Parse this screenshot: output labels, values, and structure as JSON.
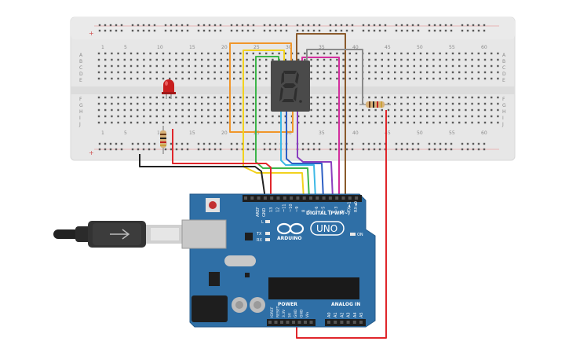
{
  "breadboard": {
    "col_numbers": [
      "1",
      "5",
      "10",
      "15",
      "20",
      "25",
      "30",
      "35",
      "40",
      "45",
      "50",
      "55",
      "60"
    ],
    "row_letters_top": [
      "A",
      "B",
      "C",
      "D",
      "E"
    ],
    "row_letters_bottom": [
      "F",
      "G",
      "H",
      "I",
      "J"
    ],
    "rail_plus": "+",
    "rail_minus": "-"
  },
  "display": {
    "digit": "8"
  },
  "arduino": {
    "brand": "ARDUINO",
    "model": "UNO",
    "digital_label": "DIGITAL (PWM~)",
    "power_label": "POWER",
    "analog_label": "ANALOG IN",
    "on_label": "ON",
    "tx_label": "TX",
    "rx_label": "RX",
    "l_label": "L",
    "aref_label": "AREF",
    "gnd_label": "GND",
    "digital_pins": [
      "13",
      "12",
      "~11",
      "~10",
      "~9",
      "8",
      "7",
      "~6",
      "~5",
      "4",
      "~3",
      "2",
      "TX►1",
      "RX◄0"
    ],
    "power_pins": [
      "IOREF",
      "RESET",
      "3.3V",
      "5V",
      "GND",
      "GND",
      "Vin"
    ],
    "analog_pins": [
      "A0",
      "A1",
      "A2",
      "A3",
      "A4",
      "A5"
    ]
  },
  "colors": {
    "board_blue": "#2f6fa6",
    "breadboard": "#e7e7e7",
    "wire_red": "#e0262b",
    "wire_black": "#222222",
    "wire_orange": "#f0962a",
    "wire_yellow": "#f2d21e",
    "wire_green": "#3db54a",
    "wire_cyan": "#3cb8e6",
    "wire_blue": "#2d5fc4",
    "wire_purple": "#8a3fc0",
    "wire_magenta": "#d32f9e",
    "wire_brown": "#8a5a2b",
    "wire_gray": "#8a8a8a"
  },
  "icons": [
    "usb-cable-icon",
    "arduino-infinity-logo-icon",
    "reset-button-icon",
    "led-icon",
    "resistor-icon",
    "seven-segment-display-icon"
  ]
}
